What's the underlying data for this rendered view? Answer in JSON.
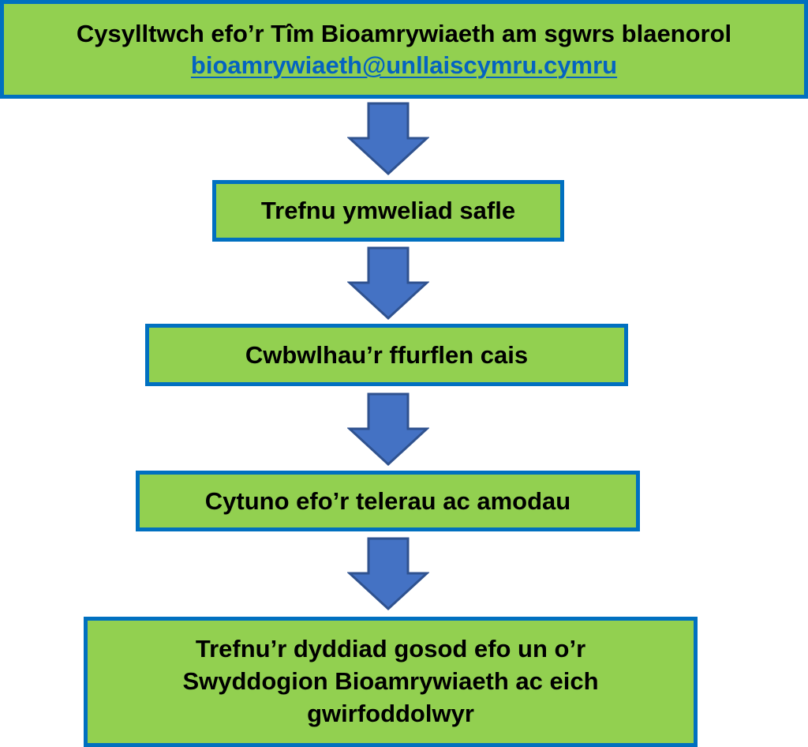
{
  "flow": {
    "step1": {
      "text": "Cysylltwch efo’r Tîm Bioamrywiaeth am sgwrs blaenorol",
      "email": "bioamrywiaeth@unllaiscymru.cymru"
    },
    "step2": {
      "text": "Trefnu ymweliad safle"
    },
    "step3": {
      "text": "Cwbwlhau’r ffurflen cais"
    },
    "step4": {
      "text": "Cytuno efo’r telerau ac amodau"
    },
    "step5": {
      "line1": "Trefnu’r dyddiad gosod efo un o’r",
      "line2": "Swyddogion Bioamrywiaeth ac eich",
      "line3": "gwirfoddolwyr"
    }
  },
  "style": {
    "box_fill": "#92d050",
    "box_border": "#0070c0",
    "arrow_fill": "#4472c4",
    "arrow_stroke": "#2f528f",
    "link_color": "#0563c1"
  },
  "icons": {
    "connector": "arrow-down-icon"
  }
}
